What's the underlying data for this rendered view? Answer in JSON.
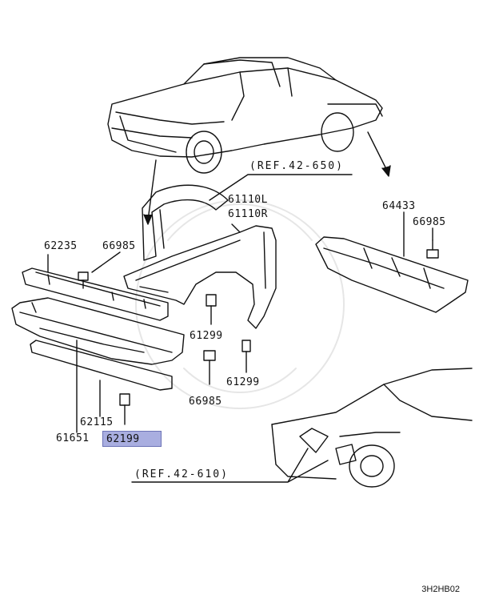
{
  "labels": {
    "ref_top": "(REF.42-650)",
    "ref_bottom": "(REF.42-610)",
    "p61110l": "61110L",
    "p61110r": "61110R",
    "p62235": "62235",
    "p66985_left": "66985",
    "p64433": "64433",
    "p66985_right": "66985",
    "p61299_a": "61299",
    "p61299_b": "61299",
    "p66985_center": "66985",
    "p62115": "62115",
    "p61651": "61651",
    "p62199": "62199"
  },
  "diagram_code": "3H2HB02",
  "colors": {
    "highlight": "#a9aee0",
    "line": "#111111"
  }
}
